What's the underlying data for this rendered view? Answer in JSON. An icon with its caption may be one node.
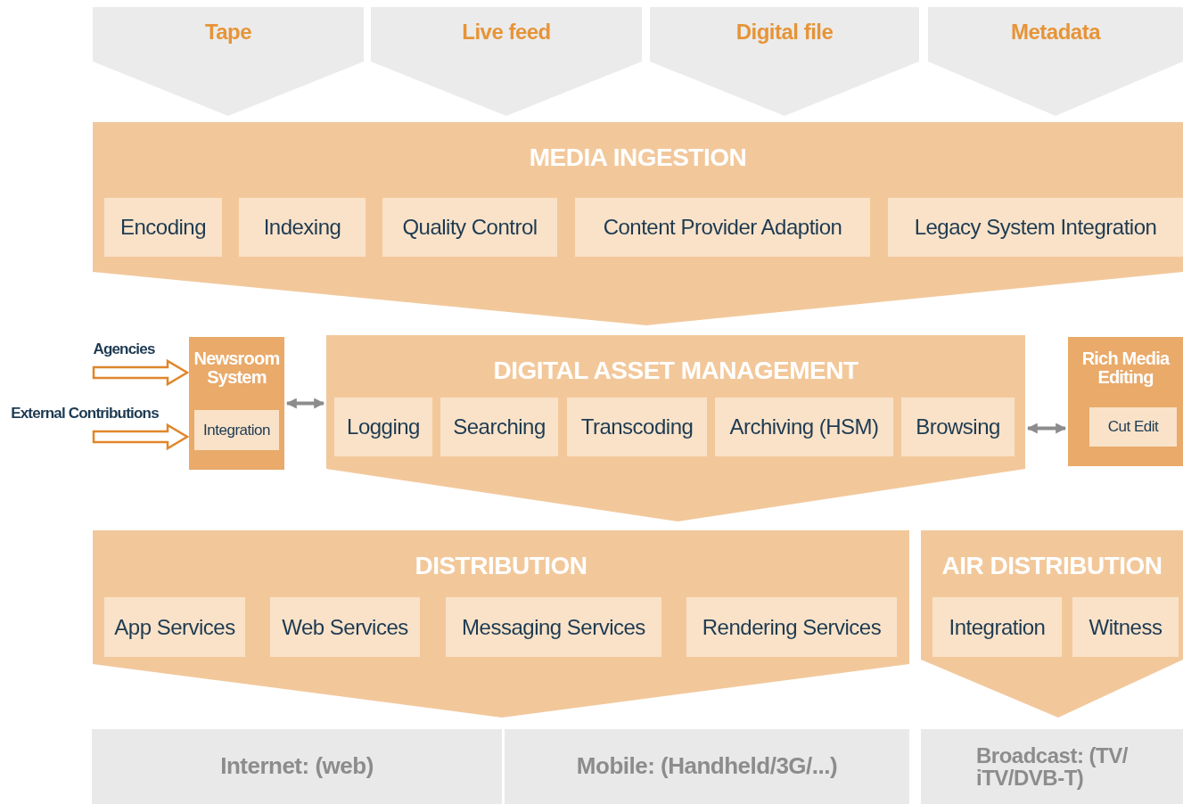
{
  "diagram": {
    "nodes": [
      {
        "text": [
          "Tape"
        ]
      },
      {
        "text": [
          "Live feed"
        ]
      },
      {
        "text": [
          "Digital file"
        ]
      },
      {
        "text": [
          "Metadata"
        ]
      },
      {
        "text": [
          "MEDIA INGESTION"
        ]
      },
      {
        "text": [
          "Encoding"
        ],
        "in": 4
      },
      {
        "text": [
          "Indexing"
        ],
        "in": 4
      },
      {
        "text": [
          "Quality Control"
        ],
        "in": 4
      },
      {
        "text": [
          "Content Provider Adaption"
        ],
        "in": 4
      },
      {
        "text": [
          "Legacy System Integration"
        ],
        "in": 4
      },
      {
        "text": [
          "Agencies"
        ]
      },
      {
        "text": [
          "External Contributions"
        ]
      },
      {
        "text": [
          "Newsroom System"
        ]
      },
      {
        "text": [
          "Integration"
        ],
        "in": 12
      },
      {
        "text": [
          "DIGITAL ASSET MANAGEMENT"
        ]
      },
      {
        "text": [
          "Logging"
        ],
        "in": 14
      },
      {
        "text": [
          "Searching"
        ],
        "in": 14
      },
      {
        "text": [
          "Transcoding"
        ],
        "in": 14
      },
      {
        "text": [
          "Archiving (HSM)"
        ],
        "in": 14
      },
      {
        "text": [
          "Browsing"
        ],
        "in": 14
      },
      {
        "text": [
          "Rich Media Editing"
        ]
      },
      {
        "text": [
          "Cut Edit"
        ],
        "in": 20
      },
      {
        "text": [
          "DISTRIBUTION"
        ]
      },
      {
        "text": [
          "App Services"
        ],
        "in": 22
      },
      {
        "text": [
          "Web Services"
        ],
        "in": 22
      },
      {
        "text": [
          "Messaging Services"
        ],
        "in": 22
      },
      {
        "text": [
          "Rendering Services"
        ],
        "in": 22
      },
      {
        "text": [
          "AIR DISTRIBUTION"
        ]
      },
      {
        "text": [
          "Integration"
        ],
        "in": 27
      },
      {
        "text": [
          "Witness"
        ],
        "in": 27
      },
      {
        "text": [
          "Internet: (web)"
        ]
      },
      {
        "text": [
          "Mobile: (Handheld/3G/...)"
        ]
      },
      {
        "text": [
          "Broadcast: (TV/ iTV/DVB-T)"
        ]
      }
    ],
    "edges": [
      {
        "from": 10,
        "to": 12,
        "arrow": "to",
        "style": "thick",
        "color": "#e0862a"
      },
      {
        "from": 11,
        "to": 12,
        "arrow": "to",
        "style": "thick",
        "color": "#e0862a"
      },
      {
        "from": 12,
        "to": 14,
        "arrow": "both"
      },
      {
        "from": 14,
        "to": 20,
        "arrow": "both"
      }
    ]
  }
}
